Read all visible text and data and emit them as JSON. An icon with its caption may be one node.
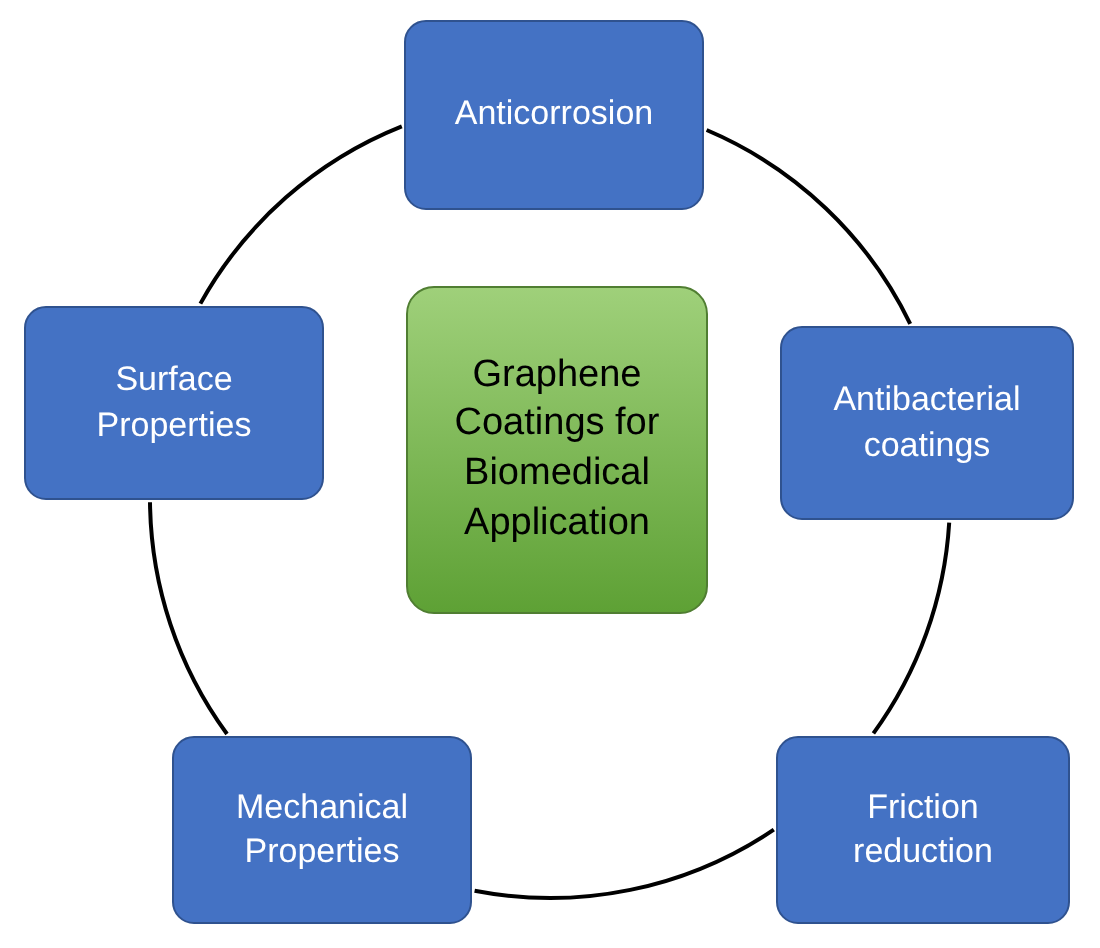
{
  "diagram": {
    "nodes": [
      {
        "text": [
          "Anticorrosion"
        ]
      },
      {
        "text": [
          "Surface Properties"
        ]
      },
      {
        "text": [
          "Graphene Coatings for Biomedical Application"
        ]
      },
      {
        "text": [
          "Antibacterial coatings"
        ]
      },
      {
        "text": [
          "Mechanical Properties"
        ]
      },
      {
        "text": [
          "Friction reduction"
        ]
      }
    ],
    "edges": [
      {
        "from": 0,
        "to": 3,
        "arrow": "none"
      },
      {
        "from": 3,
        "to": 5,
        "arrow": "none"
      },
      {
        "from": 5,
        "to": 4,
        "arrow": "none"
      },
      {
        "from": 4,
        "to": 1,
        "arrow": "none"
      },
      {
        "from": 1,
        "to": 0,
        "arrow": "none"
      }
    ]
  }
}
